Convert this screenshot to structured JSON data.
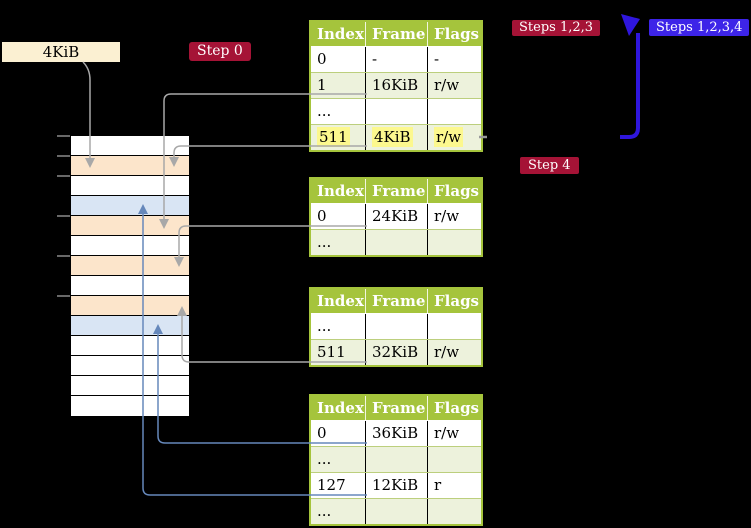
{
  "labels": {
    "frame_size": "4KiB",
    "step0": "Step 0",
    "steps123": "Steps 1,2,3",
    "steps1234": "Steps 1,2,3,4",
    "step4": "Step 4"
  },
  "memory": {
    "rows": [
      "white",
      "peach",
      "white",
      "blue",
      "peach",
      "white",
      "peach",
      "white",
      "peach",
      "blue",
      "white",
      "white",
      "white",
      "white"
    ]
  },
  "tables": [
    {
      "headers": [
        "Index",
        "Frame",
        "Flags"
      ],
      "rows": [
        {
          "cells": [
            "0",
            "-",
            "-"
          ],
          "highlight": false
        },
        {
          "cells": [
            "1",
            "16KiB",
            "r/w"
          ],
          "highlight": false
        },
        {
          "cells": [
            "...",
            "",
            ""
          ],
          "highlight": false
        },
        {
          "cells": [
            "511",
            "4KiB",
            "r/w"
          ],
          "highlight": true
        }
      ]
    },
    {
      "headers": [
        "Index",
        "Frame",
        "Flags"
      ],
      "rows": [
        {
          "cells": [
            "0",
            "24KiB",
            "r/w"
          ],
          "highlight": false
        },
        {
          "cells": [
            "...",
            "",
            ""
          ],
          "highlight": false
        }
      ]
    },
    {
      "headers": [
        "Index",
        "Frame",
        "Flags"
      ],
      "rows": [
        {
          "cells": [
            "...",
            "",
            ""
          ],
          "highlight": false
        },
        {
          "cells": [
            "511",
            "32KiB",
            "r/w"
          ],
          "highlight": false
        }
      ]
    },
    {
      "headers": [
        "Index",
        "Frame",
        "Flags"
      ],
      "rows": [
        {
          "cells": [
            "0",
            "36KiB",
            "r/w"
          ],
          "highlight": false
        },
        {
          "cells": [
            "...",
            "",
            ""
          ],
          "highlight": false
        },
        {
          "cells": [
            "127",
            "12KiB",
            "r"
          ],
          "highlight": false
        },
        {
          "cells": [
            "...",
            "",
            ""
          ],
          "highlight": false
        }
      ]
    }
  ],
  "colors": {
    "label_red": "#a51336",
    "label_blue": "#3d24e8",
    "table_header_green": "#a5c43c",
    "table_row_green": "#edf2dc",
    "table_row_separator": "#bccf7d",
    "memory_peach": "#fce5cb",
    "memory_blue": "#d9e5f4",
    "cream": "#fbf0d2",
    "highlight_yellow": "#fcf88e",
    "arrow_gray": "#a8a8a8",
    "arrow_blue_thin": "#6688bb",
    "arrow_blue_big": "#2f16dd"
  }
}
